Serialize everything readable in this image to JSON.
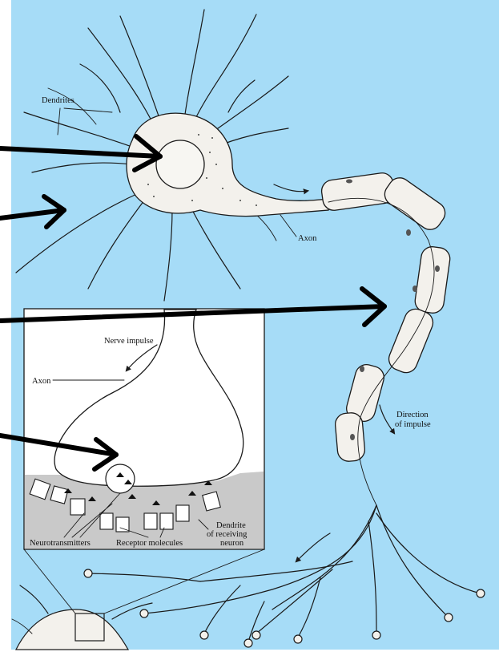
{
  "colors": {
    "background": "#a6dcf7",
    "page": "#ffffff",
    "cell": "#f3f1ec",
    "ink": "#1a1a1a",
    "inset_background": "#ffffff",
    "cleft_fill": "#c9c9c9"
  },
  "labels": {
    "dendrites": "Dendrites",
    "axon": "Axon",
    "nerve_impulse": "Nerve impulse",
    "inset_axon": "Axon",
    "direction_line1": "Direction",
    "direction_line2": "of impulse",
    "neurotransmitters": "Neurotransmitters",
    "receptor_molecules": "Receptor molecules",
    "dendrite_receiving_line1": "Dendrite",
    "dendrite_receiving_line2": "of receiving",
    "dendrite_receiving_line3": "neuron"
  },
  "pointer_arrows": [
    {
      "name": "pointer-arrow-nucleus",
      "target": "nucleus"
    },
    {
      "name": "pointer-arrow-dendrite",
      "target": "dendrite"
    },
    {
      "name": "pointer-arrow-myelin-sheath",
      "target": "myelin-sheath"
    },
    {
      "name": "pointer-arrow-synaptic-vesicle",
      "target": "synaptic-vesicle"
    }
  ]
}
